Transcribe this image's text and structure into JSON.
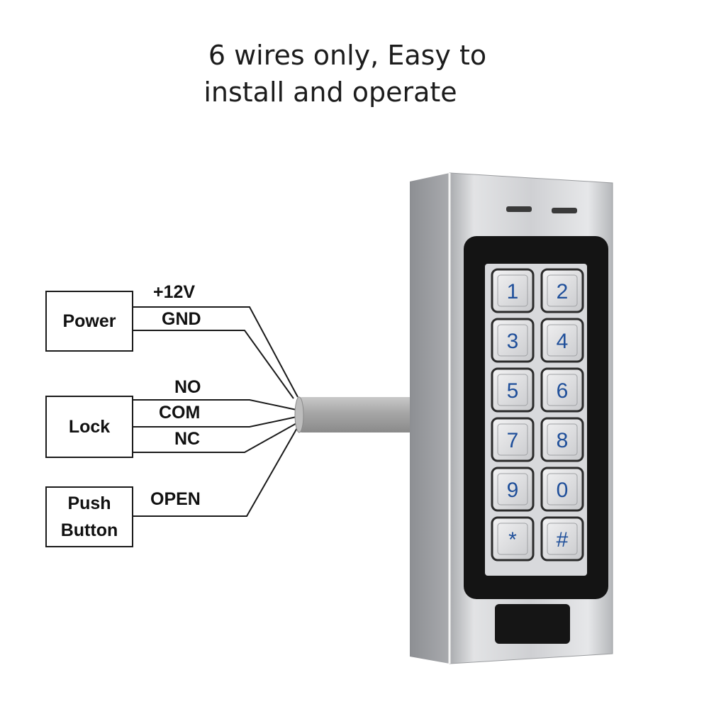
{
  "headline": {
    "line1": "6 wires only, Easy to",
    "line2": "install and operate"
  },
  "groups": {
    "power": {
      "label": "Power",
      "wires": [
        "+12V",
        "GND"
      ]
    },
    "lock": {
      "label": "Lock",
      "wires": [
        "NO",
        "COM",
        "NC"
      ]
    },
    "push_button": {
      "label_line1": "Push",
      "label_line2": "Button",
      "wires": [
        "OPEN"
      ]
    }
  },
  "keypad": {
    "keys": [
      "1",
      "2",
      "3",
      "4",
      "5",
      "6",
      "7",
      "8",
      "9",
      "0",
      "*",
      "#"
    ],
    "key_text_color": "#1f4f9a"
  },
  "colors": {
    "device_body": "#c9cbcf",
    "device_panel": "#141414",
    "keypad_plate": "#d8d9dc",
    "cable": "#a9a9a9"
  }
}
